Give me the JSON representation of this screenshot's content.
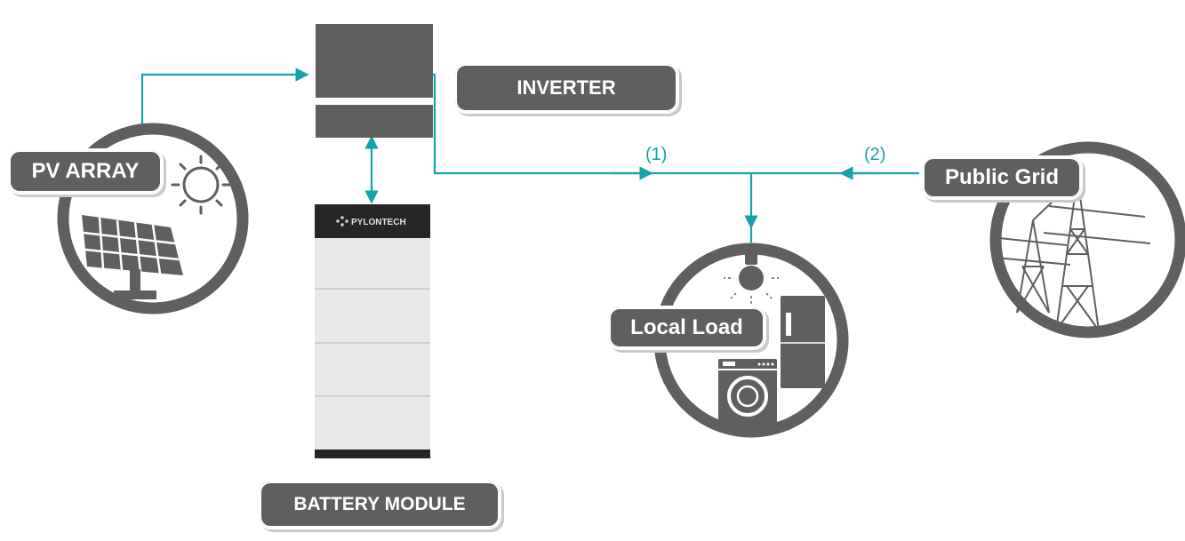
{
  "labels": {
    "pv_array": "PV ARRAY",
    "inverter": "INVERTER",
    "battery_module": "BATTERY MODULE",
    "local_load": "Local Load",
    "public_grid": "Public Grid",
    "battery_brand": "PYLONTECH"
  },
  "flows": {
    "flow_1": "(1)",
    "flow_2": "(2)"
  },
  "colors": {
    "line": "#14a3a8",
    "dark": "#5f5f5f",
    "battery_body": "#e9e9e9"
  }
}
